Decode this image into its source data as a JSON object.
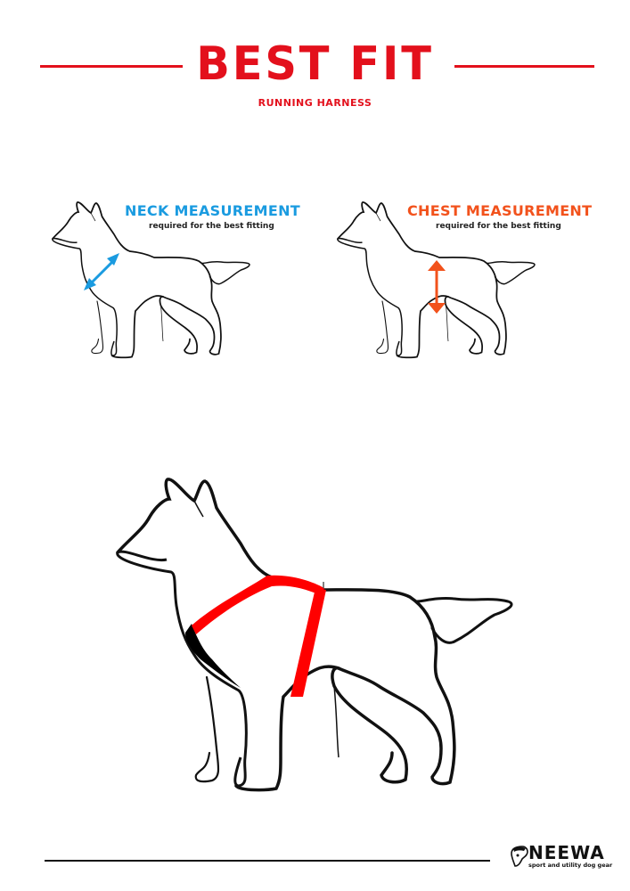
{
  "header": {
    "title": "BEST FIT",
    "subtitle": "RUNNING HARNESS",
    "accent_color": "#e3101c"
  },
  "measurements": [
    {
      "title": "NECK MEASUREMENT",
      "subtitle": "required for the best fitting",
      "color": "#1a9be0",
      "icon": "neck-arrow-icon"
    },
    {
      "title": "CHEST MEASUREMENT",
      "subtitle": "required for the best fitting",
      "color": "#f2521c",
      "icon": "chest-arrow-icon"
    }
  ],
  "main_illustration": {
    "subject": "dog-outline-with-harness",
    "harness_color": "#ff0000",
    "chest_pad_color": "#000000"
  },
  "footer": {
    "brand": "NEEWA",
    "tagline": "sport and utility dog gear",
    "logo_icon": "dog-head-logo-icon"
  }
}
